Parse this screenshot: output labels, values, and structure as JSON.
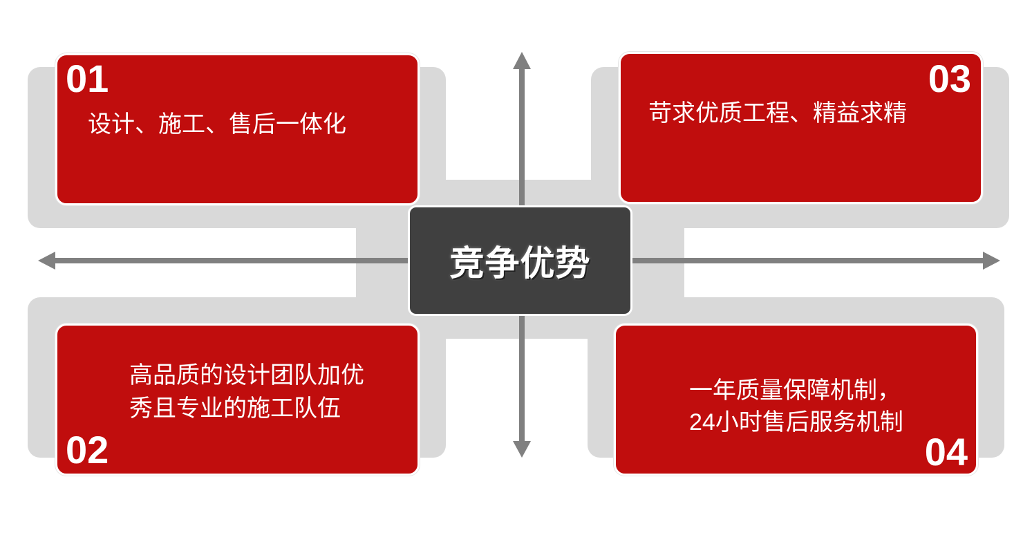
{
  "center_label": "竞争优势",
  "colors": {
    "card": "#c00d0d",
    "center": "#404040",
    "backdrop": "#d9d9d9",
    "arrow": "#808080"
  },
  "quadrants": [
    {
      "number": "01",
      "lines": [
        "设计、施工、售后一体化"
      ]
    },
    {
      "number": "02",
      "lines": [
        "高品质的设计团队加优",
        "秀且专业的施工队伍"
      ]
    },
    {
      "number": "03",
      "lines": [
        "苛求优质工程、精益求精"
      ]
    },
    {
      "number": "04",
      "lines": [
        "一年质量保障机制，",
        "24小时售后服务机制"
      ]
    }
  ]
}
